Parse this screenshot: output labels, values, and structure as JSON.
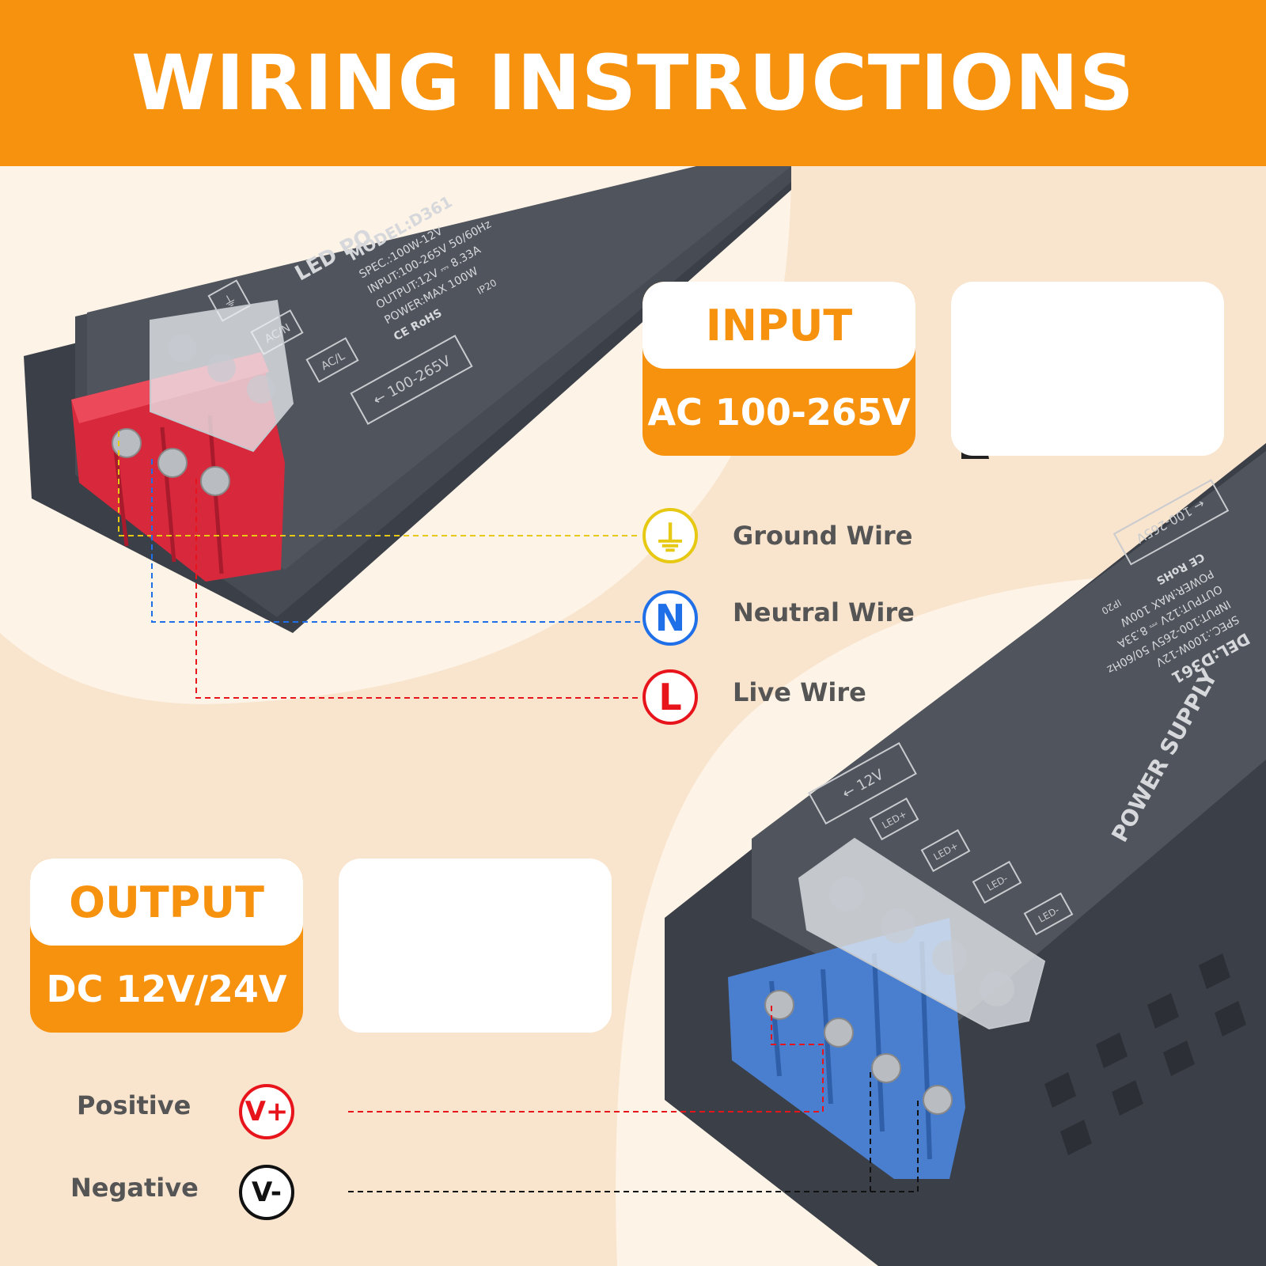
{
  "banner": {
    "title": "WIRING INSTRUCTIONS"
  },
  "input": {
    "title": "INPUT",
    "value": "AC 100-265V"
  },
  "output": {
    "title": "OUTPUT",
    "value": "DC 12V/24V"
  },
  "input_wires": [
    {
      "symbol": "⏚",
      "label": "Ground Wire",
      "color": "#e7c914"
    },
    {
      "symbol": "N",
      "label": "Neutral Wire",
      "color": "#1f6fe8"
    },
    {
      "symbol": "L",
      "label": "Live Wire",
      "color": "#e8141b"
    }
  ],
  "output_wires": [
    {
      "symbol": "V+",
      "label": "Positive",
      "color": "#e8141b"
    },
    {
      "symbol": "V-",
      "label": "Negative",
      "color": "#111111"
    }
  ],
  "device_top": {
    "brand": "LED PO",
    "model": "MODEL:D361",
    "spec": "SPEC.:100W-12V",
    "input": "INPUT:100-265V 50/60Hz",
    "output": "OUTPUT:12V ⎓ 8.33A",
    "power": "POWER:MAX 100W",
    "marks": "CE RoHS",
    "ip": "IP20",
    "terminal_ground": "⏚",
    "terminal_n": "AC/N",
    "terminal_l": "AC/L",
    "range": "← 100-265V"
  },
  "device_bottom": {
    "brand": "POWER SUPPLY",
    "model": "DEL:D361",
    "spec": "SPEC.:100W-12V",
    "input": "INPUT:100-265V 50/60Hz",
    "output": "OUTPUT:12V ⎓ 8.33A",
    "power": "POWER:MAX 100W",
    "marks": "CE RoHS",
    "ip": "IP20",
    "range": "← 100-265V",
    "voltage": "← 12V",
    "t1": "LED+",
    "t2": "LED+",
    "t3": "LED-",
    "t4": "LED-"
  },
  "battery": {
    "minus": "−",
    "plus": "+"
  }
}
